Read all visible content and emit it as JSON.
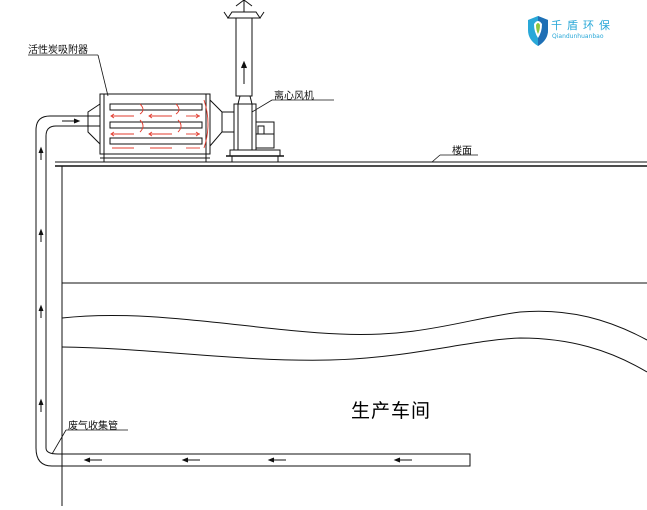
{
  "labels": {
    "adsorber": "活性炭吸附器",
    "fan": "离心风机",
    "floor": "楼面",
    "collection_pipe": "废气收集管",
    "workshop": "生产车间"
  },
  "logo": {
    "name_cn": "千盾环保",
    "name_en": "Qiandunhuanbao",
    "colors": {
      "cyan": "#29a8d8",
      "green": "#8cc63f",
      "blue": "#1f6fb5"
    }
  },
  "colors": {
    "line": "#111111",
    "flow_arrow": "#e23b2e"
  }
}
